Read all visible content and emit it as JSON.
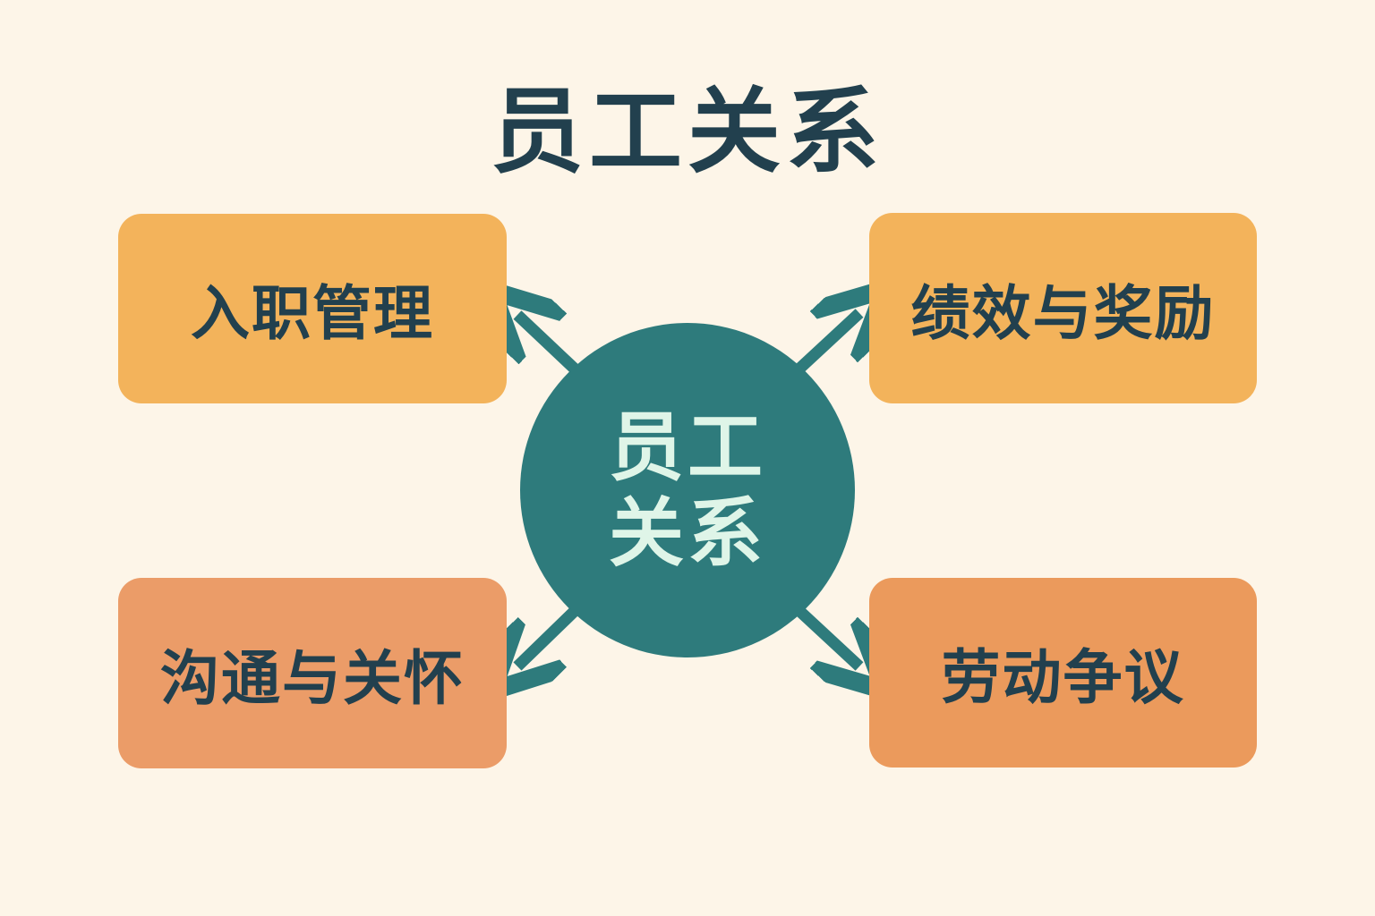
{
  "title": "员工关系",
  "center": {
    "label": "员工关系",
    "color": "#2e7b7c"
  },
  "nodes": [
    {
      "label": "入职管理",
      "color": "#f3b35b"
    },
    {
      "label": "绩效与奖励",
      "color": "#f3b35b"
    },
    {
      "label": "沟通与关怀",
      "color": "#eb9c68"
    },
    {
      "label": "劳动争议",
      "color": "#eb9a5c"
    }
  ],
  "colors": {
    "background": "#fdf5e8",
    "text": "#22404e",
    "arrow": "#2e7b7c"
  }
}
